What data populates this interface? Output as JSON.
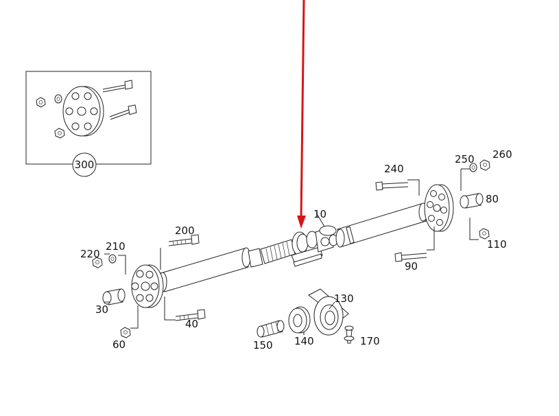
{
  "diagram": {
    "labels": {
      "p10": "10",
      "p30": "30",
      "p40": "40",
      "p60": "60",
      "p80": "80",
      "p90": "90",
      "p110": "110",
      "p130": "130",
      "p140": "140",
      "p150": "150",
      "p170": "170",
      "p200": "200",
      "p210": "210",
      "p220": "220",
      "p240": "240",
      "p250": "250",
      "p260": "260",
      "p300": "300"
    },
    "colors": {
      "arrow": "#d61414",
      "line": "#222222"
    }
  }
}
